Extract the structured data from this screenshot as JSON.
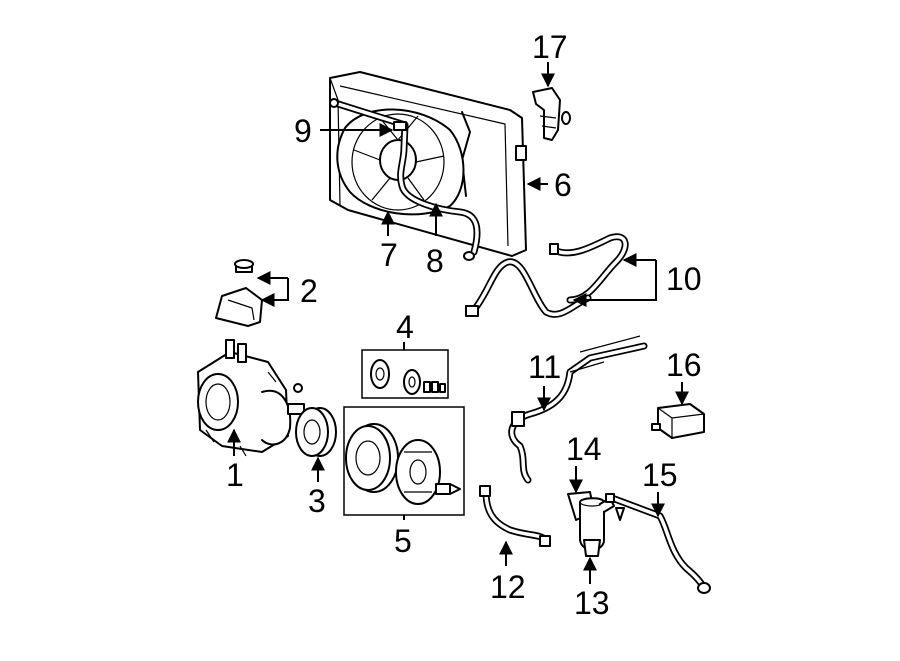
{
  "callouts": [
    {
      "id": "c1",
      "label": "1"
    },
    {
      "id": "c2",
      "label": "2"
    },
    {
      "id": "c3",
      "label": "3"
    },
    {
      "id": "c4",
      "label": "4"
    },
    {
      "id": "c5",
      "label": "5"
    },
    {
      "id": "c6",
      "label": "6"
    },
    {
      "id": "c7",
      "label": "7"
    },
    {
      "id": "c8",
      "label": "8"
    },
    {
      "id": "c9",
      "label": "9"
    },
    {
      "id": "c10",
      "label": "10"
    },
    {
      "id": "c11",
      "label": "11"
    },
    {
      "id": "c12",
      "label": "12"
    },
    {
      "id": "c13",
      "label": "13"
    },
    {
      "id": "c14",
      "label": "14"
    },
    {
      "id": "c15",
      "label": "15"
    },
    {
      "id": "c16",
      "label": "16"
    },
    {
      "id": "c17",
      "label": "17"
    }
  ],
  "colors": {
    "ink": "#000000",
    "background": "#ffffff"
  }
}
